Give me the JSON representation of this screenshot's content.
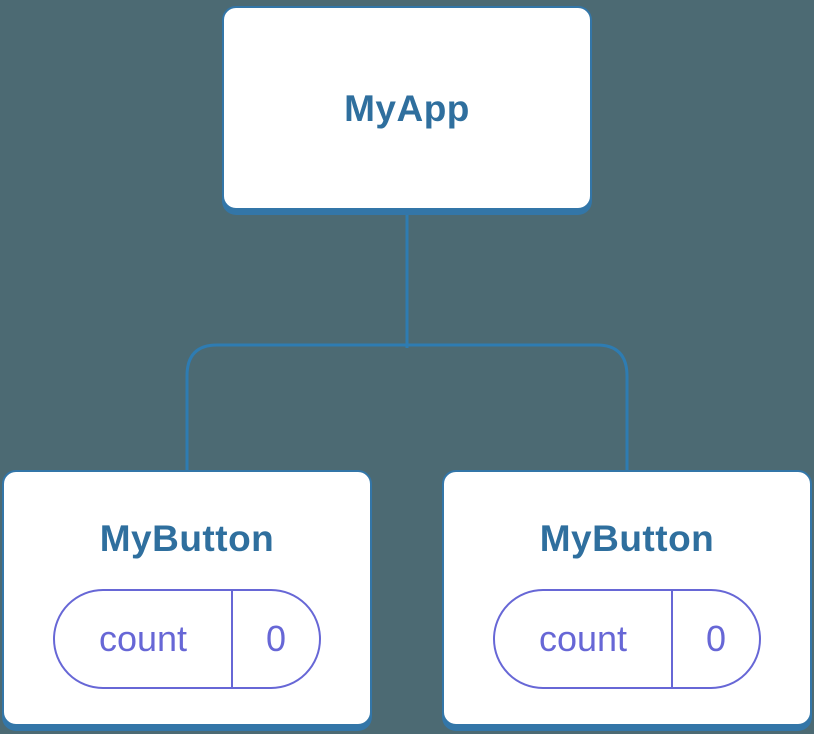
{
  "colors": {
    "background": "#4c6a73",
    "connector": "#2e7cb2",
    "node_border": "#3376a8",
    "node_title": "#2f6f9e",
    "state": "#6767d6",
    "node_fill": "#ffffff"
  },
  "tree": {
    "root": {
      "label": "MyApp"
    },
    "children": [
      {
        "label": "MyButton",
        "state": {
          "key": "count",
          "value": "0"
        }
      },
      {
        "label": "MyButton",
        "state": {
          "key": "count",
          "value": "0"
        }
      }
    ]
  }
}
